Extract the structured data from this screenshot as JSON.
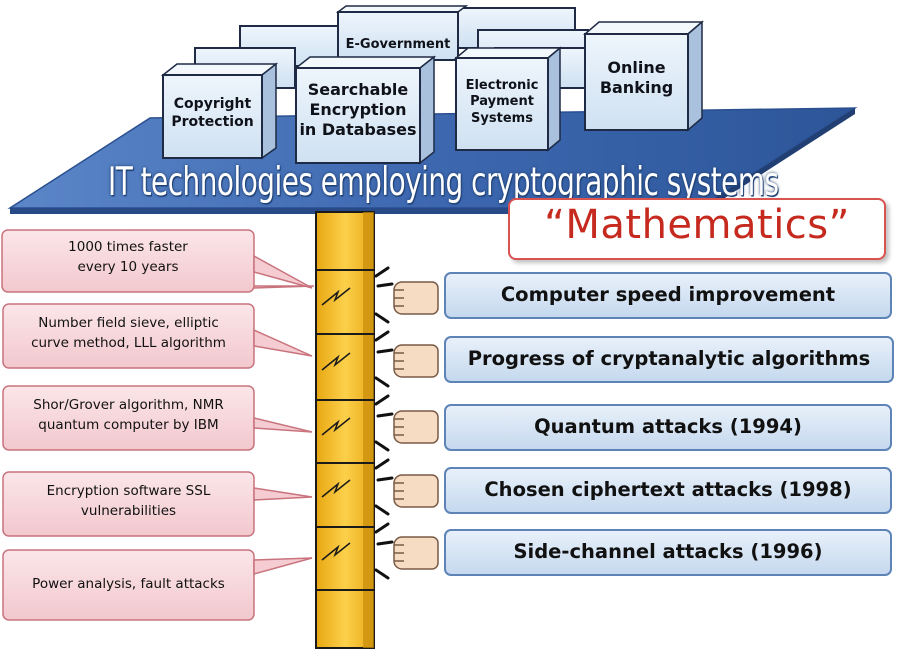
{
  "platform": {
    "label": "IT technologies employing cryptographic systems",
    "systems": [
      {
        "id": "copyright",
        "label_lines": [
          "Copyright",
          "Protection"
        ]
      },
      {
        "id": "searchable",
        "label_lines": [
          "Searchable",
          "Encryption",
          "in Databases"
        ]
      },
      {
        "id": "egov",
        "label_lines": [
          "E-Government"
        ]
      },
      {
        "id": "payment",
        "label_lines": [
          "Electronic",
          "Payment",
          "Systems"
        ]
      },
      {
        "id": "banking",
        "label_lines": [
          "Online",
          "Banking"
        ]
      }
    ]
  },
  "mathematics": {
    "label": "“Mathematics”"
  },
  "callouts": [
    {
      "lines": [
        "1000 times faster",
        "every 10 years"
      ]
    },
    {
      "lines": [
        "Number field sieve, elliptic",
        "curve method, LLL algorithm"
      ]
    },
    {
      "lines": [
        "Shor/Grover algorithm, NMR",
        "quantum computer by IBM"
      ]
    },
    {
      "lines": [
        "Encryption software SSL",
        "vulnerabilities"
      ]
    },
    {
      "lines": [
        "Power analysis, fault attacks"
      ]
    }
  ],
  "attacks": [
    {
      "label": "Computer speed improvement"
    },
    {
      "label": "Progress of cryptanalytic algorithms"
    },
    {
      "label": "Quantum attacks (1994)"
    },
    {
      "label": "Chosen ciphertext attacks (1998)"
    },
    {
      "label": "Side-channel attacks (1996)"
    }
  ],
  "colors": {
    "platform": "#3f6cb5",
    "cube": "#dbeaf6",
    "pillar": "#f5b825",
    "callout_fill": "#f7d6db",
    "callout_border": "#d3868f",
    "attack_fill": "#d5e4f3",
    "attack_border": "#6b8fbf",
    "mathematics": "#c62a1f"
  }
}
